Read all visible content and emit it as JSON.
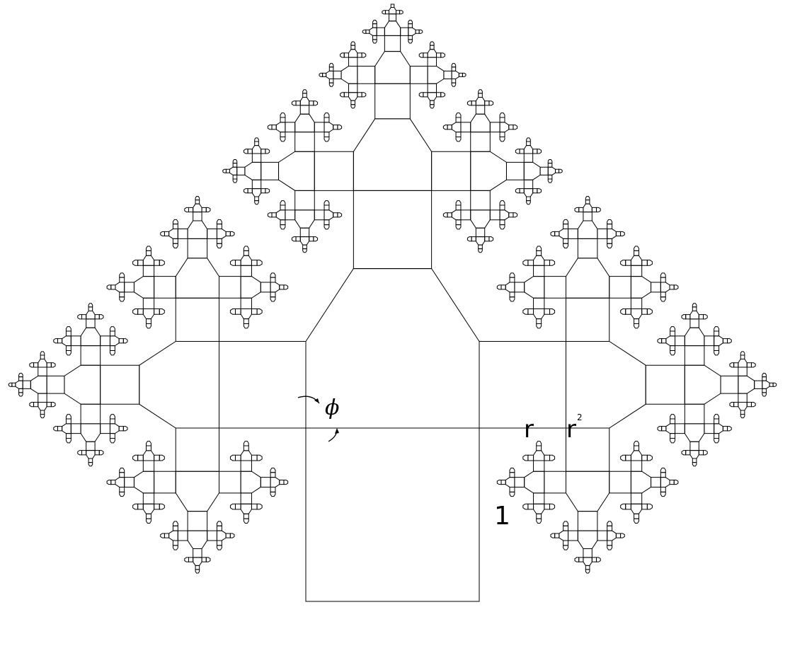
{
  "diagram": {
    "labels": {
      "angle": "ϕ",
      "ratio": "r",
      "ratio_squared_base": "r",
      "ratio_squared_exponent": "2",
      "base_side": "1"
    },
    "stroke_color": "#000000",
    "background_color": "#ffffff",
    "recursion_depth": 10
  }
}
